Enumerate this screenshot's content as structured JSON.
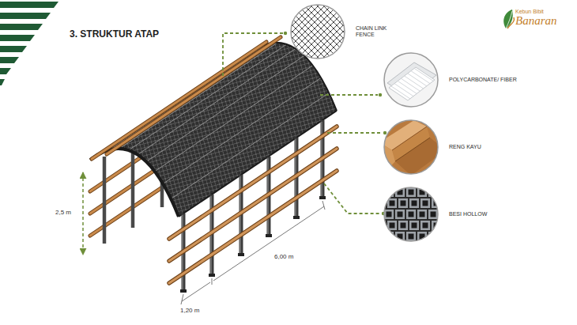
{
  "diagram": {
    "title": "3. STRUKTUR ATAP",
    "nodes": [
      {
        "text": [
          "CHAIN LINK FENCE"
        ]
      },
      {
        "text": [
          "POLYCARBONATE/ FIBER"
        ]
      },
      {
        "text": [
          "RENG KAYU"
        ]
      },
      {
        "text": [
          "BESI HOLLOW"
        ]
      }
    ],
    "labels": [
      "Kebun Bibit",
      "Banaran",
      "2,5 m",
      "6,00 m",
      "1,20 m"
    ]
  }
}
